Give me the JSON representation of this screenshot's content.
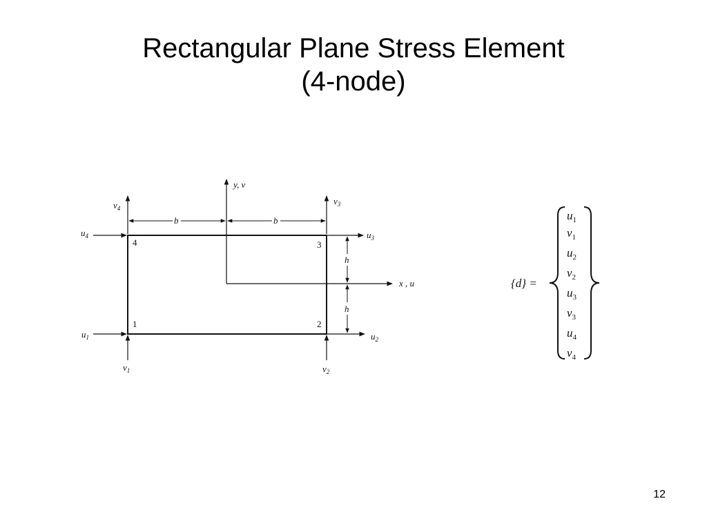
{
  "slide": {
    "title_line1": "Rectangular Plane Stress Element",
    "title_line2": "(4-node)",
    "page_number": "12"
  },
  "diagram": {
    "axis_y_label": "y, v",
    "axis_x_label": "x , u",
    "dim_b_left": "b",
    "dim_b_right": "b",
    "dim_h_top": "h",
    "dim_h_bottom": "h",
    "nodes": [
      "1",
      "2",
      "3",
      "4"
    ],
    "dof": {
      "u1": {
        "base": "u",
        "sub": "1"
      },
      "v1": {
        "base": "v",
        "sub": "1"
      },
      "u2": {
        "base": "u",
        "sub": "2"
      },
      "v2": {
        "base": "v",
        "sub": "2"
      },
      "u3": {
        "base": "u",
        "sub": "3"
      },
      "v3": {
        "base": "v",
        "sub": "3"
      },
      "u4": {
        "base": "u",
        "sub": "4"
      },
      "v4": {
        "base": "v",
        "sub": "4"
      }
    }
  },
  "equation": {
    "lhs": "{d} =",
    "entries": [
      {
        "base": "u",
        "sub": "1"
      },
      {
        "base": "v",
        "sub": "1"
      },
      {
        "base": "u",
        "sub": "2"
      },
      {
        "base": "v",
        "sub": "2"
      },
      {
        "base": "u",
        "sub": "3"
      },
      {
        "base": "v",
        "sub": "3"
      },
      {
        "base": "u",
        "sub": "4"
      },
      {
        "base": "v",
        "sub": "4"
      }
    ]
  }
}
